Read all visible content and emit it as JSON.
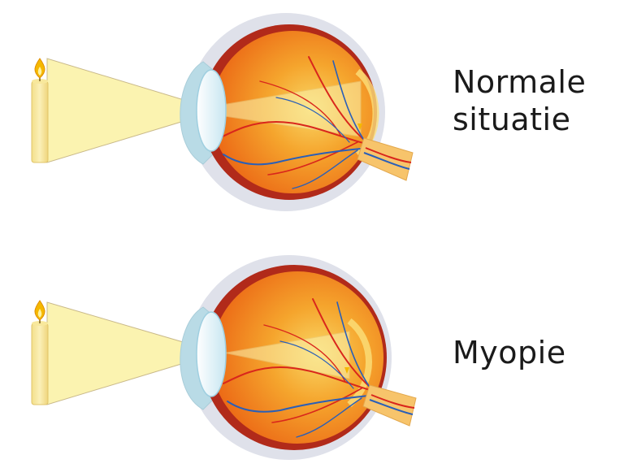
{
  "labels": {
    "normal_line1": "Normale",
    "normal_line2": "situatie",
    "myopia": "Myopie"
  },
  "colors": {
    "light_beam": "#fbf3b0",
    "beam_edge": "#c9b98a",
    "candle": "#f6e7a4",
    "flame": "#f5b800",
    "sclera": "#dfe1ea",
    "eye_rim": "#b12a1a",
    "eye_inner": "#f07a1c",
    "retina_glow": "#f6c65a",
    "lens": "#d6eef7",
    "cornea": "#b9dbe6",
    "artery": "#d9261c",
    "vein": "#2a5fb8",
    "optic_nerve": "#f7c46b"
  },
  "icons": [
    "candle-icon",
    "flame-icon",
    "eye-icon",
    "optic-nerve-icon"
  ]
}
